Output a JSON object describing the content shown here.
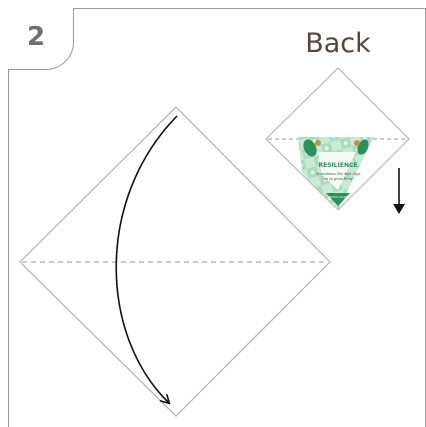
{
  "step": {
    "number": "2"
  },
  "back_view": {
    "label": "Back",
    "card": {
      "title": "RESILIENCE",
      "tagline_line1": "\"Sometimes the dark days",
      "tagline_line2": "are to grow from\"",
      "footer": "FOOLS.CO.KR"
    }
  },
  "colors": {
    "border": "#9a9a9a",
    "fold_line": "#9a9a9a",
    "arrow": "#111111",
    "step_number": "#6f6f6f",
    "back_label": "#5a4636",
    "card_green_light": "#c9ebd6",
    "card_green_mid": "#7fcf9f",
    "card_green_dark": "#2f8f5a",
    "card_accent": "#c9962f"
  },
  "diagram": {
    "main_shape": "paper square rotated 45 degrees",
    "fold_line_style": "dashed horizontal diagonal",
    "arrow": "curved fold arrow, top corner to bottom corner",
    "back_arrow": "straight down arrow"
  }
}
